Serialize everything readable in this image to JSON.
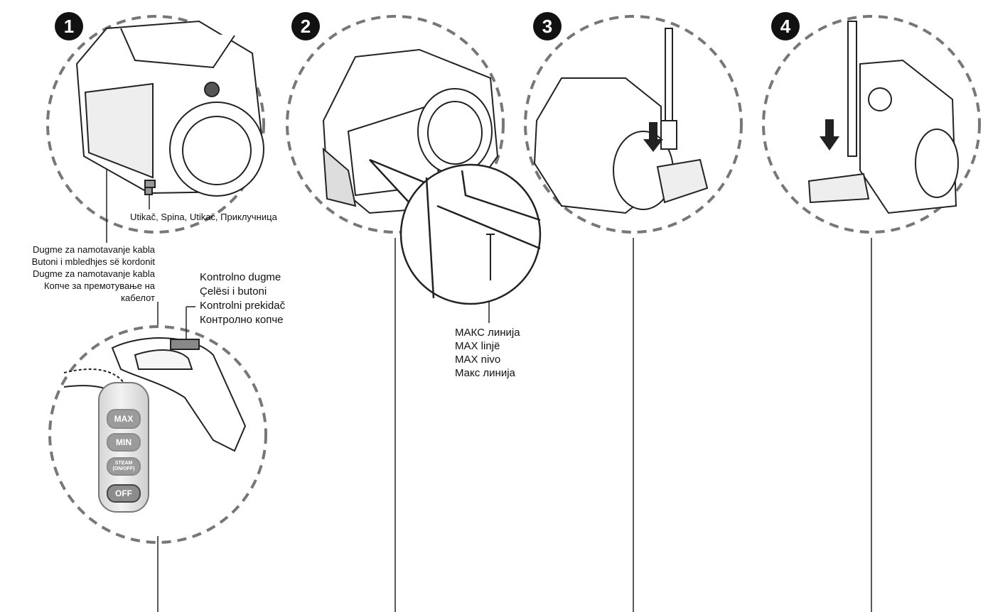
{
  "steps": [
    "1",
    "2",
    "3",
    "4"
  ],
  "labels": {
    "plug": "Utikač, Spina, Utikač, Приклучница",
    "cord_rewind": [
      "Dugme za namotavanje kabla",
      "Butoni i mbledhjes së kordonit",
      "Dugme za namotavanje kabla",
      "Копче за премотување на",
      "кабелот"
    ],
    "control": [
      "Kontrolno dugme",
      "Çelësi i butoni",
      "Kontrolni prekidač",
      "Контролно копче"
    ],
    "max_line": [
      "МАКС линија",
      "MAX linjë",
      "MAX nivo",
      "Макс линија"
    ]
  },
  "handle_panel": {
    "max": "MAX",
    "min": "MIN",
    "steam": "STEAM",
    "steam_sub": "(ON/OFF)",
    "off": "OFF"
  },
  "icons": [
    "cord-plug-icon",
    "down-arrow-icon",
    "vacuum-cleaner-icon",
    "hose-handle-icon"
  ]
}
